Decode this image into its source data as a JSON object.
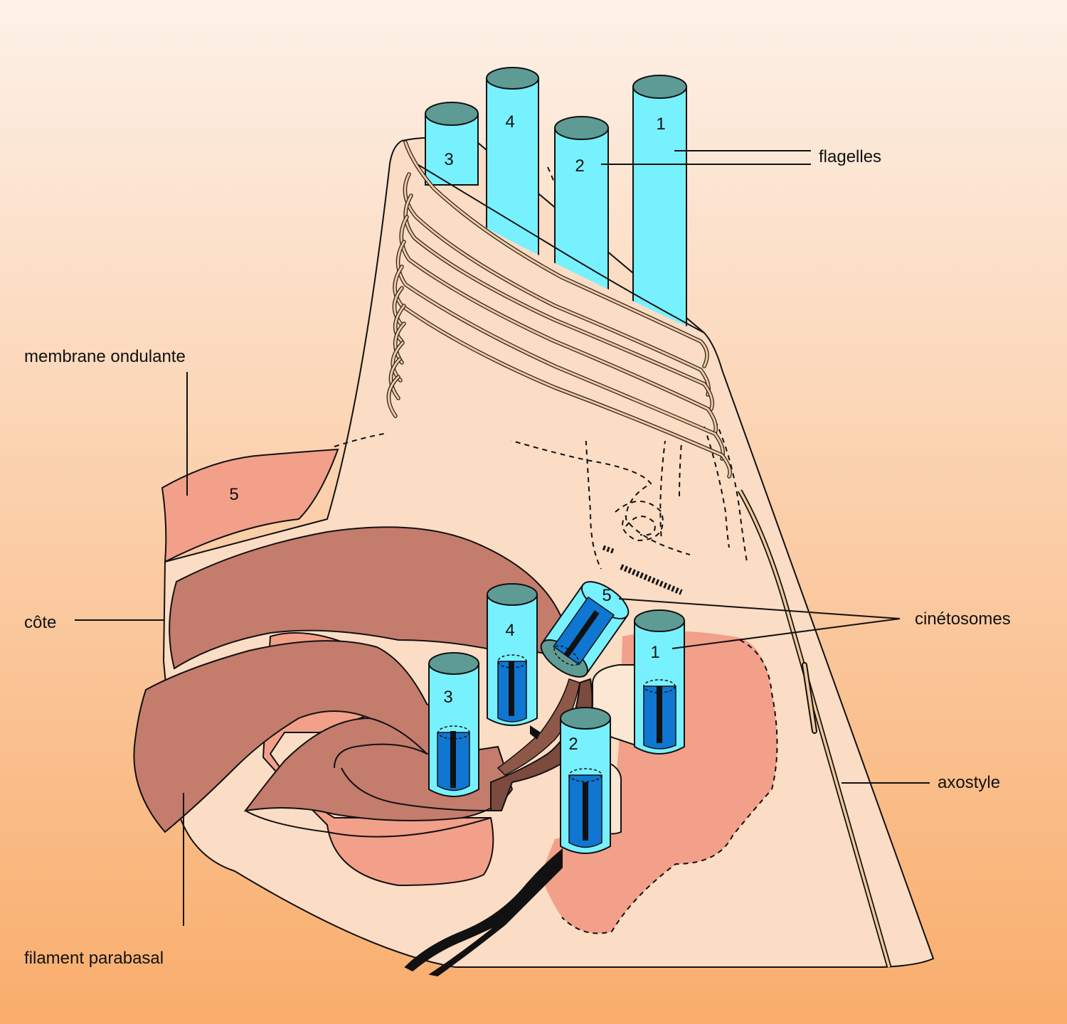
{
  "labels": {
    "flagella": "flagelles",
    "undulating_membrane": "membrane ondulante",
    "costa": "côte",
    "kinetosomes": "cinétosomes",
    "axostyle": "axostyle",
    "parabasal_filament": "filament parabasal"
  },
  "flagella": [
    {
      "number": "1"
    },
    {
      "number": "2"
    },
    {
      "number": "3"
    },
    {
      "number": "4"
    }
  ],
  "kinetosomes": [
    {
      "number": "1"
    },
    {
      "number": "2"
    },
    {
      "number": "3"
    },
    {
      "number": "4"
    },
    {
      "number": "5"
    }
  ],
  "membrane_number": "5",
  "colors": {
    "background_top": "#fdf1e8",
    "background_bottom": "#f9ad6c",
    "cell_body": "#fbdcc4",
    "flagellum": "#78f1ff",
    "flagellum_cap": "#5f9b95",
    "kinetosome_core": "#0f76d2",
    "costa": "#c47c6d",
    "membrane": "#f2a08a",
    "parabasal": "#7c4a3e",
    "filament": "#111111",
    "fiber": "#f3c89a"
  }
}
